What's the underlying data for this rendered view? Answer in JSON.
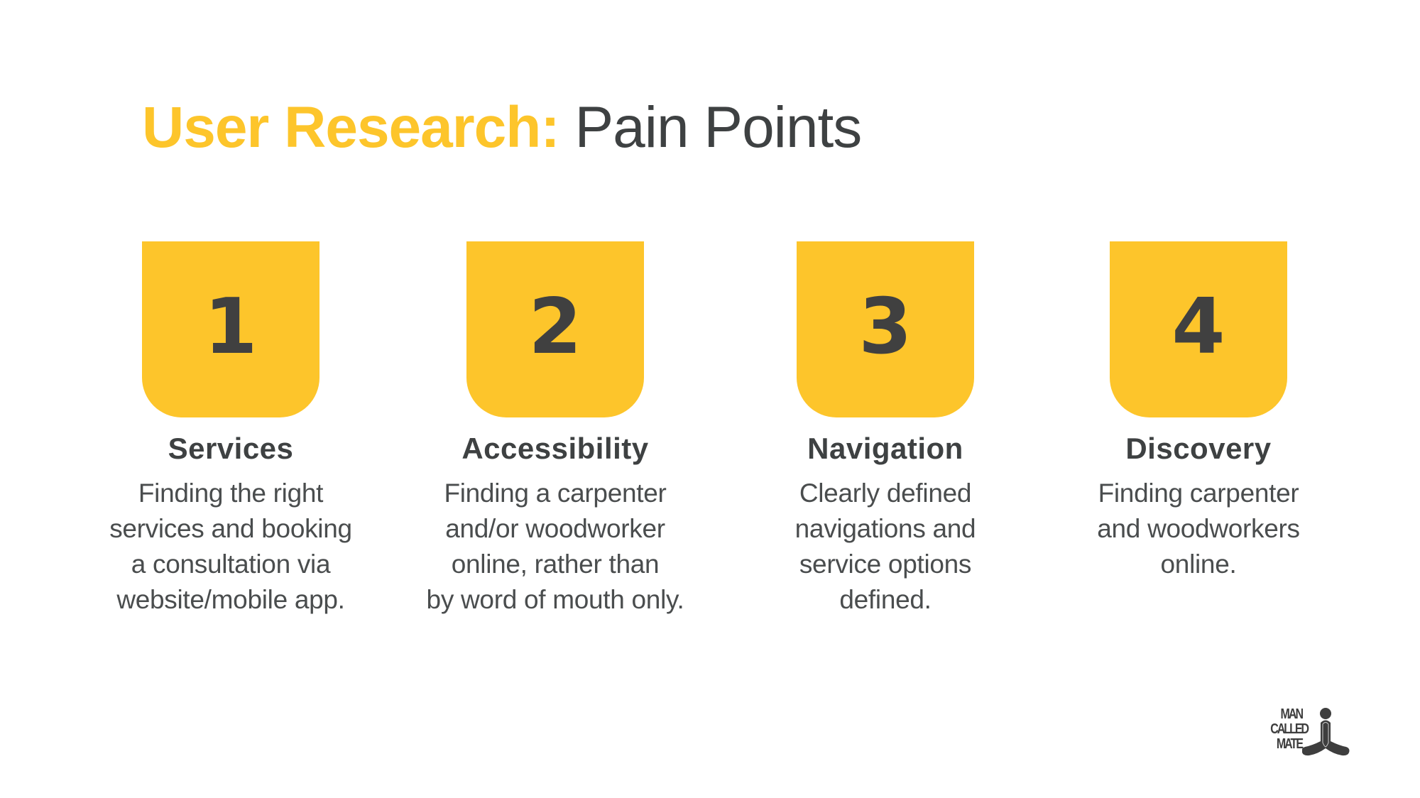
{
  "slide": {
    "title": {
      "accent": "User Research:",
      "main": "Pain Points"
    },
    "colors": {
      "accent": "#FDC52B",
      "text_dark": "#3E4142",
      "background": "#FFFFFF"
    },
    "pain_points": [
      {
        "number": "1",
        "heading": "Services",
        "description_lines": [
          "Finding the right",
          "services and booking",
          "a consultation via",
          "website/mobile app."
        ]
      },
      {
        "number": "2",
        "heading": "Accessibility",
        "description_lines": [
          "Finding a carpenter",
          "and/or woodworker",
          "online, rather than",
          "by word of mouth only."
        ]
      },
      {
        "number": "3",
        "heading": "Navigation",
        "description_lines": [
          "Clearly defined",
          "navigations and",
          "service options",
          "defined."
        ]
      },
      {
        "number": "4",
        "heading": "Discovery",
        "description_lines": [
          "Finding carpenter",
          "and woodworkers",
          "online."
        ]
      }
    ],
    "logo": {
      "lines": [
        "MAN",
        "CALLED",
        "MATE"
      ],
      "icon": "meditating-figure-icon"
    }
  }
}
